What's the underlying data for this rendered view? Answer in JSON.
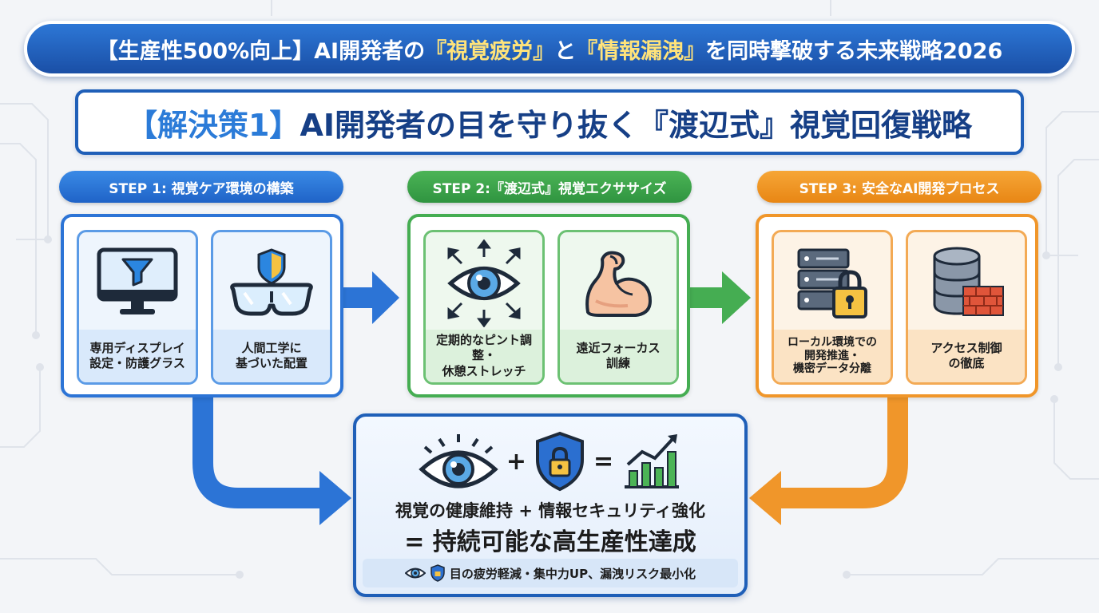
{
  "banner": {
    "part1": "【生産性500%向上】AI開発者の",
    "highlight1": "『視覚疲労』",
    "part2": "と",
    "highlight2": "『情報漏洩』",
    "part3": "を同時撃破する未来戦略2026"
  },
  "solution": {
    "tag": "【解決策1】",
    "title": "AI開発者の目を守り抜く『渡辺式』視覚回復戦略"
  },
  "steps": [
    {
      "label": "STEP 1: 視覚ケア環境の構築",
      "color": "#2c74d6",
      "cards": [
        {
          "icon": "monitor-filter-icon",
          "caption_lines": [
            "専用ディスプレイ",
            "設定・防護グラス"
          ]
        },
        {
          "icon": "shield-glasses-icon",
          "caption_lines": [
            "人間工学に",
            "基づいた配置"
          ]
        }
      ]
    },
    {
      "label": "STEP 2:『渡辺式』視覚エクササイズ",
      "color": "#45ad52",
      "cards": [
        {
          "icon": "eye-arrows-icon",
          "caption_lines": [
            "定期的なピント調整・",
            "休憩ストレッチ"
          ]
        },
        {
          "icon": "flexed-arm-icon",
          "caption_lines": [
            "遠近フォーカス",
            "訓練"
          ]
        }
      ]
    },
    {
      "label": "STEP 3: 安全なAI開発プロセス",
      "color": "#f0962a",
      "cards": [
        {
          "icon": "server-lock-icon",
          "caption_lines": [
            "ローカル環境での",
            "開発推進・",
            "機密データ分離"
          ]
        },
        {
          "icon": "database-firewall-icon",
          "caption_lines": [
            "アクセス制御",
            "の徹底"
          ]
        }
      ]
    }
  ],
  "result": {
    "equation": {
      "plus": "+",
      "equals": "="
    },
    "line1": "視覚の健康維持 + 情報セキュリティ強化",
    "line2": "= 持続可能な高生産性達成",
    "footer": "目の疲労軽減・集中力UP、漏洩リスク最小化"
  }
}
